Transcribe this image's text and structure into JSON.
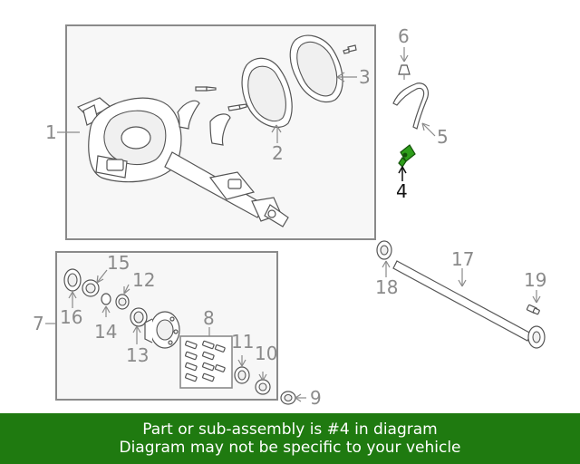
{
  "callouts": {
    "c1": "1",
    "c2": "2",
    "c3": "3",
    "c4": "4",
    "c5": "5",
    "c6": "6",
    "c7": "7",
    "c8": "8",
    "c9": "9",
    "c10": "10",
    "c11": "11",
    "c12": "12",
    "c13": "13",
    "c14": "14",
    "c15": "15",
    "c16": "16",
    "c17": "17",
    "c18": "18",
    "c19": "19"
  },
  "highlight": {
    "part": "4",
    "color": "#2e9e1a"
  },
  "banner": {
    "line1": "Part or sub-assembly is #4 in diagram",
    "line2": "Diagram may not be specific to your vehicle",
    "color": "#1f7a10"
  }
}
